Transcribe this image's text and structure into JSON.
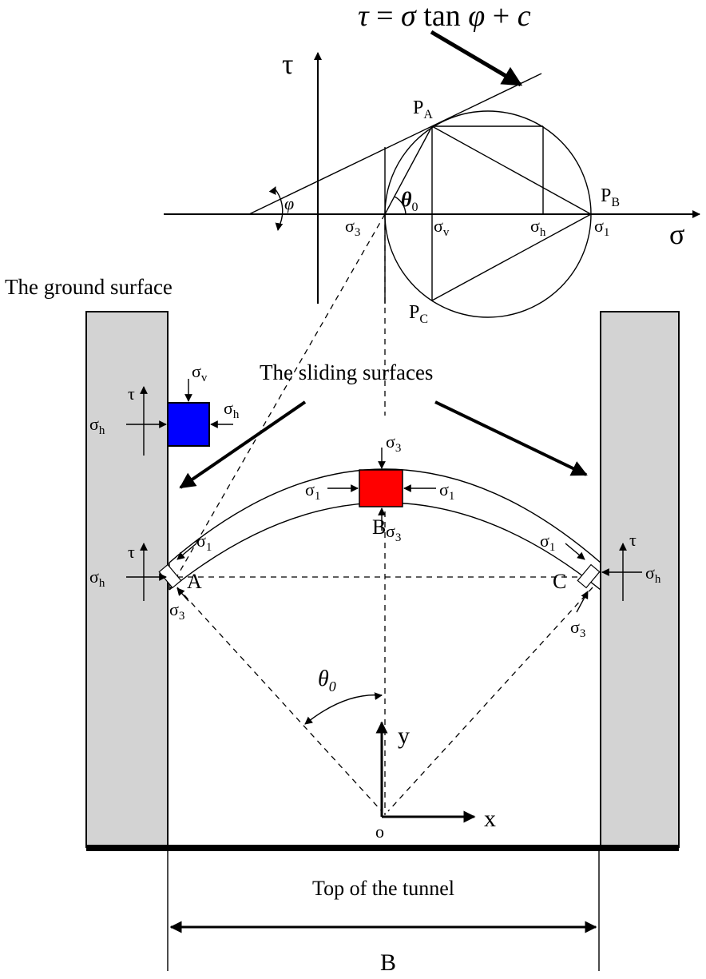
{
  "equation": {
    "lhs": "τ",
    "eq": " = ",
    "sigma": "σ",
    "tan": " tan ",
    "phi": "φ",
    "plus": " + ",
    "c": "c"
  },
  "mohr": {
    "tau_axis": "τ",
    "sigma_axis": "σ",
    "phi": "φ",
    "theta0_symbol": "θ",
    "theta0_sub": "0",
    "PA": "P",
    "PA_sub": "A",
    "PB": "P",
    "PB_sub": "B",
    "PC": "P",
    "PC_sub": "C",
    "sigma3": "σ",
    "sigma3_sub": "3",
    "sigmav": "σ",
    "sigmav_sub": "v",
    "sigmah": "σ",
    "sigmah_sub": "h",
    "sigma1": "σ",
    "sigma1_sub": "1"
  },
  "labels": {
    "ground_surface": "The ground surface",
    "sliding_surfaces": "The sliding surfaces",
    "top_of_tunnel": "Top of the tunnel",
    "width": "B",
    "point_A": "A",
    "point_B": "B",
    "point_C": "C",
    "origin": "o",
    "x_axis": "x",
    "y_axis": "y",
    "theta0_symbol": "θ",
    "theta0_sub": "0"
  },
  "stress": {
    "sigma": "σ",
    "tau": "τ",
    "h": "h",
    "v": "v",
    "one": "1",
    "three": "3"
  },
  "colors": {
    "blue_element": "#0000ff",
    "red_element": "#ff0000",
    "pillar_fill": "#d3d3d3",
    "line": "#000000"
  }
}
